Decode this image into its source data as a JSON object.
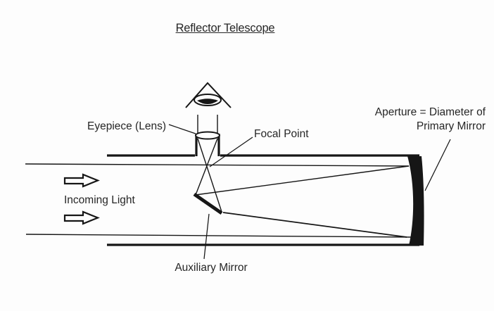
{
  "title": "Reflector Telescope",
  "colors": {
    "ink": "#161616",
    "paper": "#fdfdfd",
    "text": "#262626"
  },
  "labels": {
    "eyepiece": "Eyepiece (Lens)",
    "focal_point": "Focal Point",
    "aperture": {
      "line1": "Aperture = Diameter of",
      "line2": "Primary Mirror"
    },
    "incoming_light": "Incoming Light",
    "auxiliary_mirror": "Auxiliary Mirror"
  },
  "icons": {
    "eye": "observer-eye-icon",
    "incoming_arrow": "right-block-arrow-icon"
  }
}
